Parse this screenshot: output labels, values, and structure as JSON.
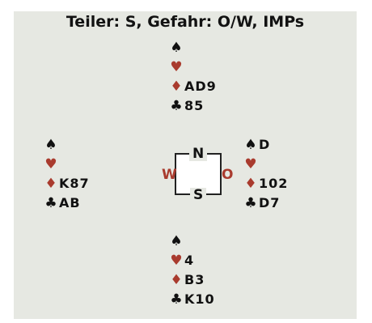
{
  "title": "Teiler: S, Gefahr: O/W, IMPs",
  "colors": {
    "panel": "#e6e8e2",
    "red_suit": "#a93b2e",
    "black": "#111111"
  },
  "compass": {
    "north": "N",
    "south": "S",
    "west": "W",
    "east": "O"
  },
  "hands": {
    "north": {
      "spades": "",
      "hearts": "",
      "diamonds": "AD9",
      "clubs": "85"
    },
    "west": {
      "spades": "",
      "hearts": "",
      "diamonds": "K87",
      "clubs": "AB"
    },
    "east": {
      "spades": "D",
      "hearts": "",
      "diamonds": "102",
      "clubs": "D7"
    },
    "south": {
      "spades": "",
      "hearts": "4",
      "diamonds": "B3",
      "clubs": "K10"
    }
  }
}
